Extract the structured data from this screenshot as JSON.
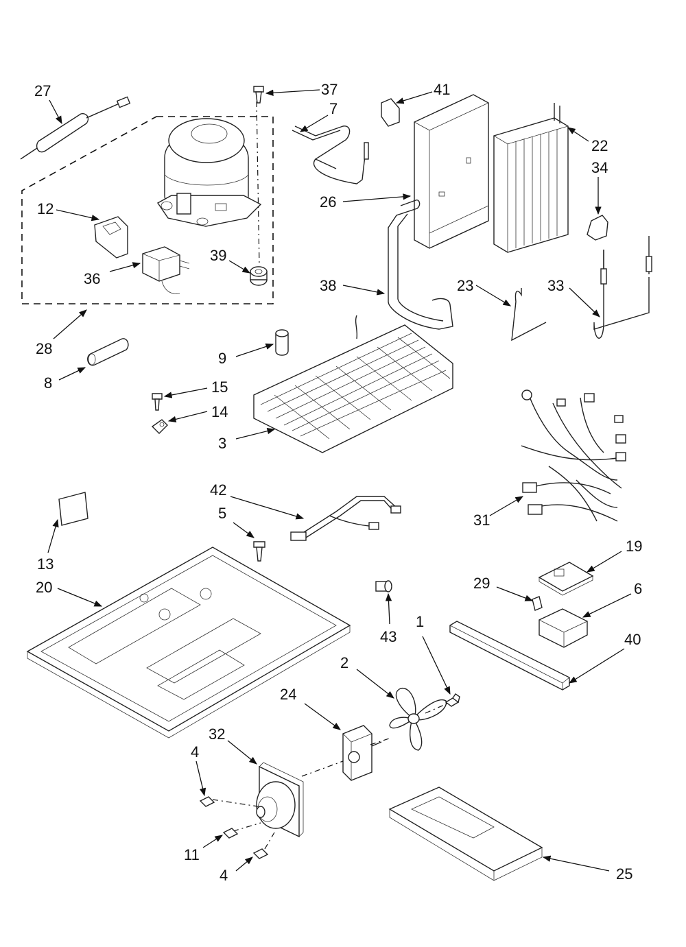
{
  "labels": {
    "p1": "1",
    "p2": "2",
    "p3": "3",
    "p4a": "4",
    "p4b": "4",
    "p5": "5",
    "p6": "6",
    "p7": "7",
    "p8": "8",
    "p9": "9",
    "p11": "11",
    "p12": "12",
    "p13": "13",
    "p14": "14",
    "p15": "15",
    "p19": "19",
    "p20": "20",
    "p22": "22",
    "p23": "23",
    "p24": "24",
    "p25": "25",
    "p26": "26",
    "p27": "27",
    "p28": "28",
    "p29": "29",
    "p31": "31",
    "p32": "32",
    "p33": "33",
    "p34": "34",
    "p36": "36",
    "p37": "37",
    "p38": "38",
    "p39": "39",
    "p40": "40",
    "p41": "41",
    "p42": "42",
    "p43": "43"
  }
}
